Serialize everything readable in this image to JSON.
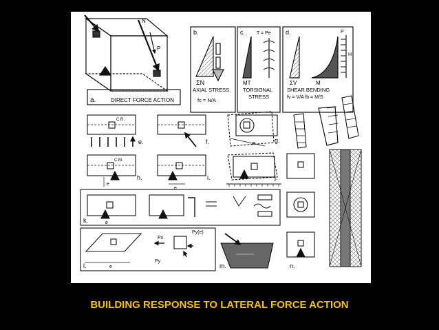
{
  "caption": {
    "text": "BUILDING RESPONSE TO LATERAL FORCE ACTION",
    "color": "#f5c400"
  },
  "panels": {
    "a": {
      "letter": "a.",
      "title": "DIRECT FORCE ACTION",
      "N": "N",
      "P": "P"
    },
    "b": {
      "letter": "b.",
      "sym": "ΣN",
      "title": "AXIAL STRESS",
      "formula": "fc = N/A"
    },
    "c": {
      "letter": "c.",
      "top": "T = Pe",
      "sym": "MT",
      "title1": "TORSIONAL",
      "title2": "STRESS"
    },
    "d": {
      "letter": "d.",
      "P": "P",
      "H": "H",
      "V": "ΣV",
      "M": "M",
      "title": "SHEAR  BENDING",
      "formula": "fv = V/A   fb = M/S"
    },
    "e": {
      "letter": "e.",
      "cr": "C.R."
    },
    "f": {
      "letter": "f."
    },
    "g": {
      "letter": "g.",
      "e": "e"
    },
    "h": {
      "letter": "h.",
      "cm": "C.M.",
      "e": "e"
    },
    "i": {
      "letter": "i.",
      "e": "e"
    },
    "j": {
      "letter": "j."
    },
    "k": {
      "letter": "k.",
      "e": "e"
    },
    "l": {
      "letter": "l.",
      "px": "Px",
      "py": "Py",
      "pye": "Py(e)",
      "e": "e"
    },
    "m": {
      "letter": "m."
    },
    "n": {
      "letter": "n."
    }
  }
}
